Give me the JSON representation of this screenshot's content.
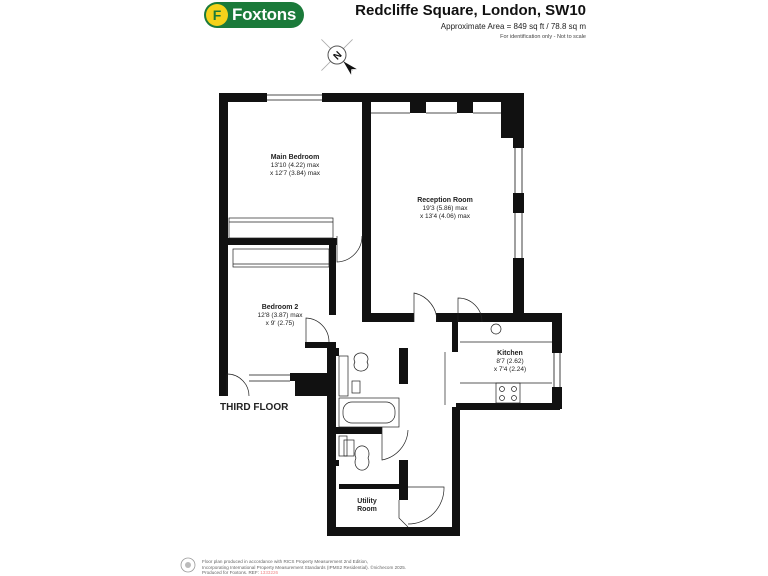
{
  "brand": {
    "name": "Foxtons",
    "logo_letter": "F",
    "colors": {
      "brand_green": "#1b7a3a",
      "brand_yellow": "#f5d21b",
      "wall": "#111111"
    }
  },
  "header": {
    "title": "Redcliffe Square, London, SW10",
    "area": "Approximate Area = 849 sq ft / 78.8 sq m",
    "note": "For identification only - Not to scale"
  },
  "compass": {
    "letter": "N",
    "icon": "north-arrow-icon"
  },
  "rooms": {
    "main_bedroom": {
      "name": "Main Bedroom",
      "dim1": "13'10 (4.22) max",
      "dim2": "x 12'7 (3.84) max"
    },
    "reception": {
      "name": "Reception Room",
      "dim1": "19'3 (5.86) max",
      "dim2": "x 13'4 (4.06) max"
    },
    "bedroom2": {
      "name": "Bedroom 2",
      "dim1": "12'8 (3.87) max",
      "dim2": "x 9' (2.75)"
    },
    "kitchen": {
      "name": "Kitchen",
      "dim1": "8'7 (2.62)",
      "dim2": "x 7'4 (2.24)"
    },
    "utility": {
      "name1": "Utility",
      "name2": "Room"
    }
  },
  "floor_label": "THIRD FLOOR",
  "footer": {
    "line1": "Floor plan produced in accordance with RICS Property Measurement 2nd Edition,",
    "line2": "Incorporating International Property Measurement Standards (IPMS2 Residential).  ©nichecom 2025.",
    "line3_prefix": "Produced for Foxtons.   REF: ",
    "ref": "1333226"
  }
}
